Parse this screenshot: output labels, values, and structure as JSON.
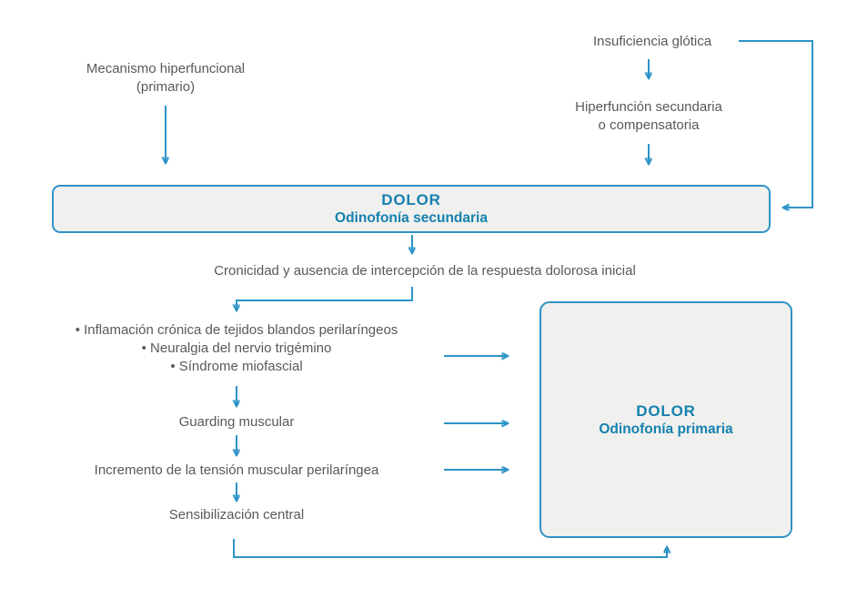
{
  "diagram": {
    "boxes": {
      "secondary": {
        "title": "DOLOR",
        "subtitle": "Odinofonía secundaria"
      },
      "primary": {
        "title": "DOLOR",
        "subtitle": "Odinofonía primaria"
      }
    },
    "labels": {
      "mecanismo_line1": "Mecanismo hiperfuncional",
      "mecanismo_line2": "(primario)",
      "insuficiencia": "Insuficiencia glótica",
      "hiperfuncion_line1": "Hiperfunción secundaria",
      "hiperfuncion_line2": "o compensatoria",
      "cronicidad": "Cronicidad y ausencia de intercepción de la respuesta dolorosa inicial",
      "guarding": "Guarding muscular",
      "incremento": "Incremento de la tensión muscular perilaríngea",
      "sensibilizacion": "Sensibilización central"
    },
    "bullets": [
      "• Inflamación crónica de tejidos blandos perilaríngeos",
      "• Neuralgia del nervio trigémino",
      "• Síndrome miofascial"
    ],
    "colors": {
      "line": "#2e93c7",
      "accent_text": "#1581ae",
      "body_text": "#58595b",
      "box_fill": "#f0f0ef"
    }
  }
}
